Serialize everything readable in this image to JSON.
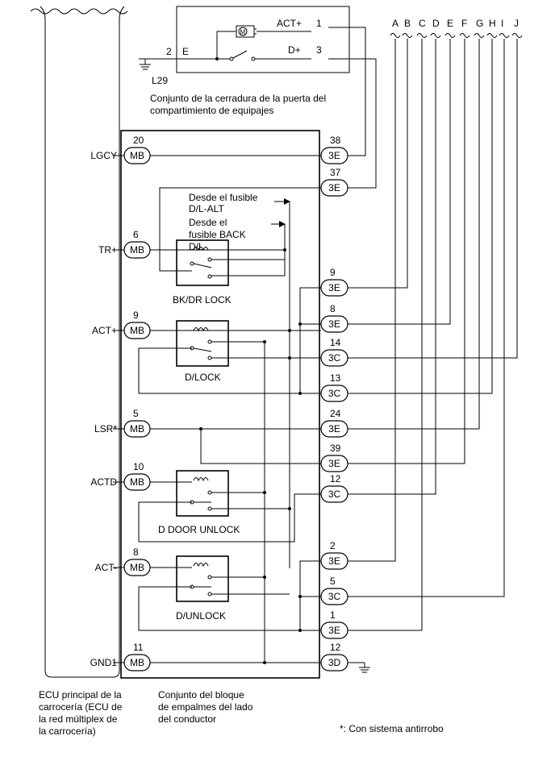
{
  "top_component": {
    "name_line1": "Conjunto de la cerradura de la puerta del",
    "name_line2": "compartimiento de equipajes",
    "ground_code": "L29",
    "motor_label": "M",
    "pins": [
      {
        "num": "1",
        "label": "ACT+"
      },
      {
        "num": "3",
        "label": "D+"
      },
      {
        "num": "2",
        "label": "E"
      }
    ]
  },
  "bus_letters": [
    "A",
    "B",
    "C",
    "D",
    "E",
    "F",
    "G",
    "H",
    "I",
    "J"
  ],
  "ecu": {
    "line1": "ECU principal de la",
    "line2": "carrocería (ECU de",
    "line3": "la red múltiplex de",
    "line4": "la carrocería)"
  },
  "junction_block": {
    "line1": "Conjunto del bloque",
    "line2": "de empalmes del lado",
    "line3": "del conductor"
  },
  "left_terminals": [
    {
      "signal": "LGCY",
      "pin": "20",
      "conn": "MB"
    },
    {
      "signal": "TR+",
      "pin": "6",
      "conn": "MB"
    },
    {
      "signal": "ACT+",
      "pin": "9",
      "conn": "MB"
    },
    {
      "signal": "LSR*",
      "pin": "5",
      "conn": "MB"
    },
    {
      "signal": "ACTD",
      "pin": "10",
      "conn": "MB"
    },
    {
      "signal": "ACT-",
      "pin": "8",
      "conn": "MB"
    },
    {
      "signal": "GND1",
      "pin": "11",
      "conn": "MB"
    }
  ],
  "right_terminals": [
    {
      "pin": "38",
      "conn": "3E"
    },
    {
      "pin": "37",
      "conn": "3E"
    },
    {
      "pin": "9",
      "conn": "3E"
    },
    {
      "pin": "8",
      "conn": "3E"
    },
    {
      "pin": "14",
      "conn": "3C"
    },
    {
      "pin": "13",
      "conn": "3C"
    },
    {
      "pin": "24",
      "conn": "3E"
    },
    {
      "pin": "39",
      "conn": "3E"
    },
    {
      "pin": "12",
      "conn": "3C"
    },
    {
      "pin": "2",
      "conn": "3E"
    },
    {
      "pin": "5",
      "conn": "3C"
    },
    {
      "pin": "1",
      "conn": "3E"
    },
    {
      "pin": "12",
      "conn": "3D"
    }
  ],
  "relays": [
    {
      "name": "BK/DR LOCK"
    },
    {
      "name": "D/LOCK"
    },
    {
      "name": "D DOOR UNLOCK"
    },
    {
      "name": "D/UNLOCK"
    }
  ],
  "fuse_notes": {
    "alt_line1": "Desde el fusible",
    "alt_line2": "D/L-ALT",
    "back_line1": "Desde el",
    "back_line2": "fusible BACK",
    "back_line3": "D/L"
  },
  "footnote": "*: Con sistema antirrobo"
}
